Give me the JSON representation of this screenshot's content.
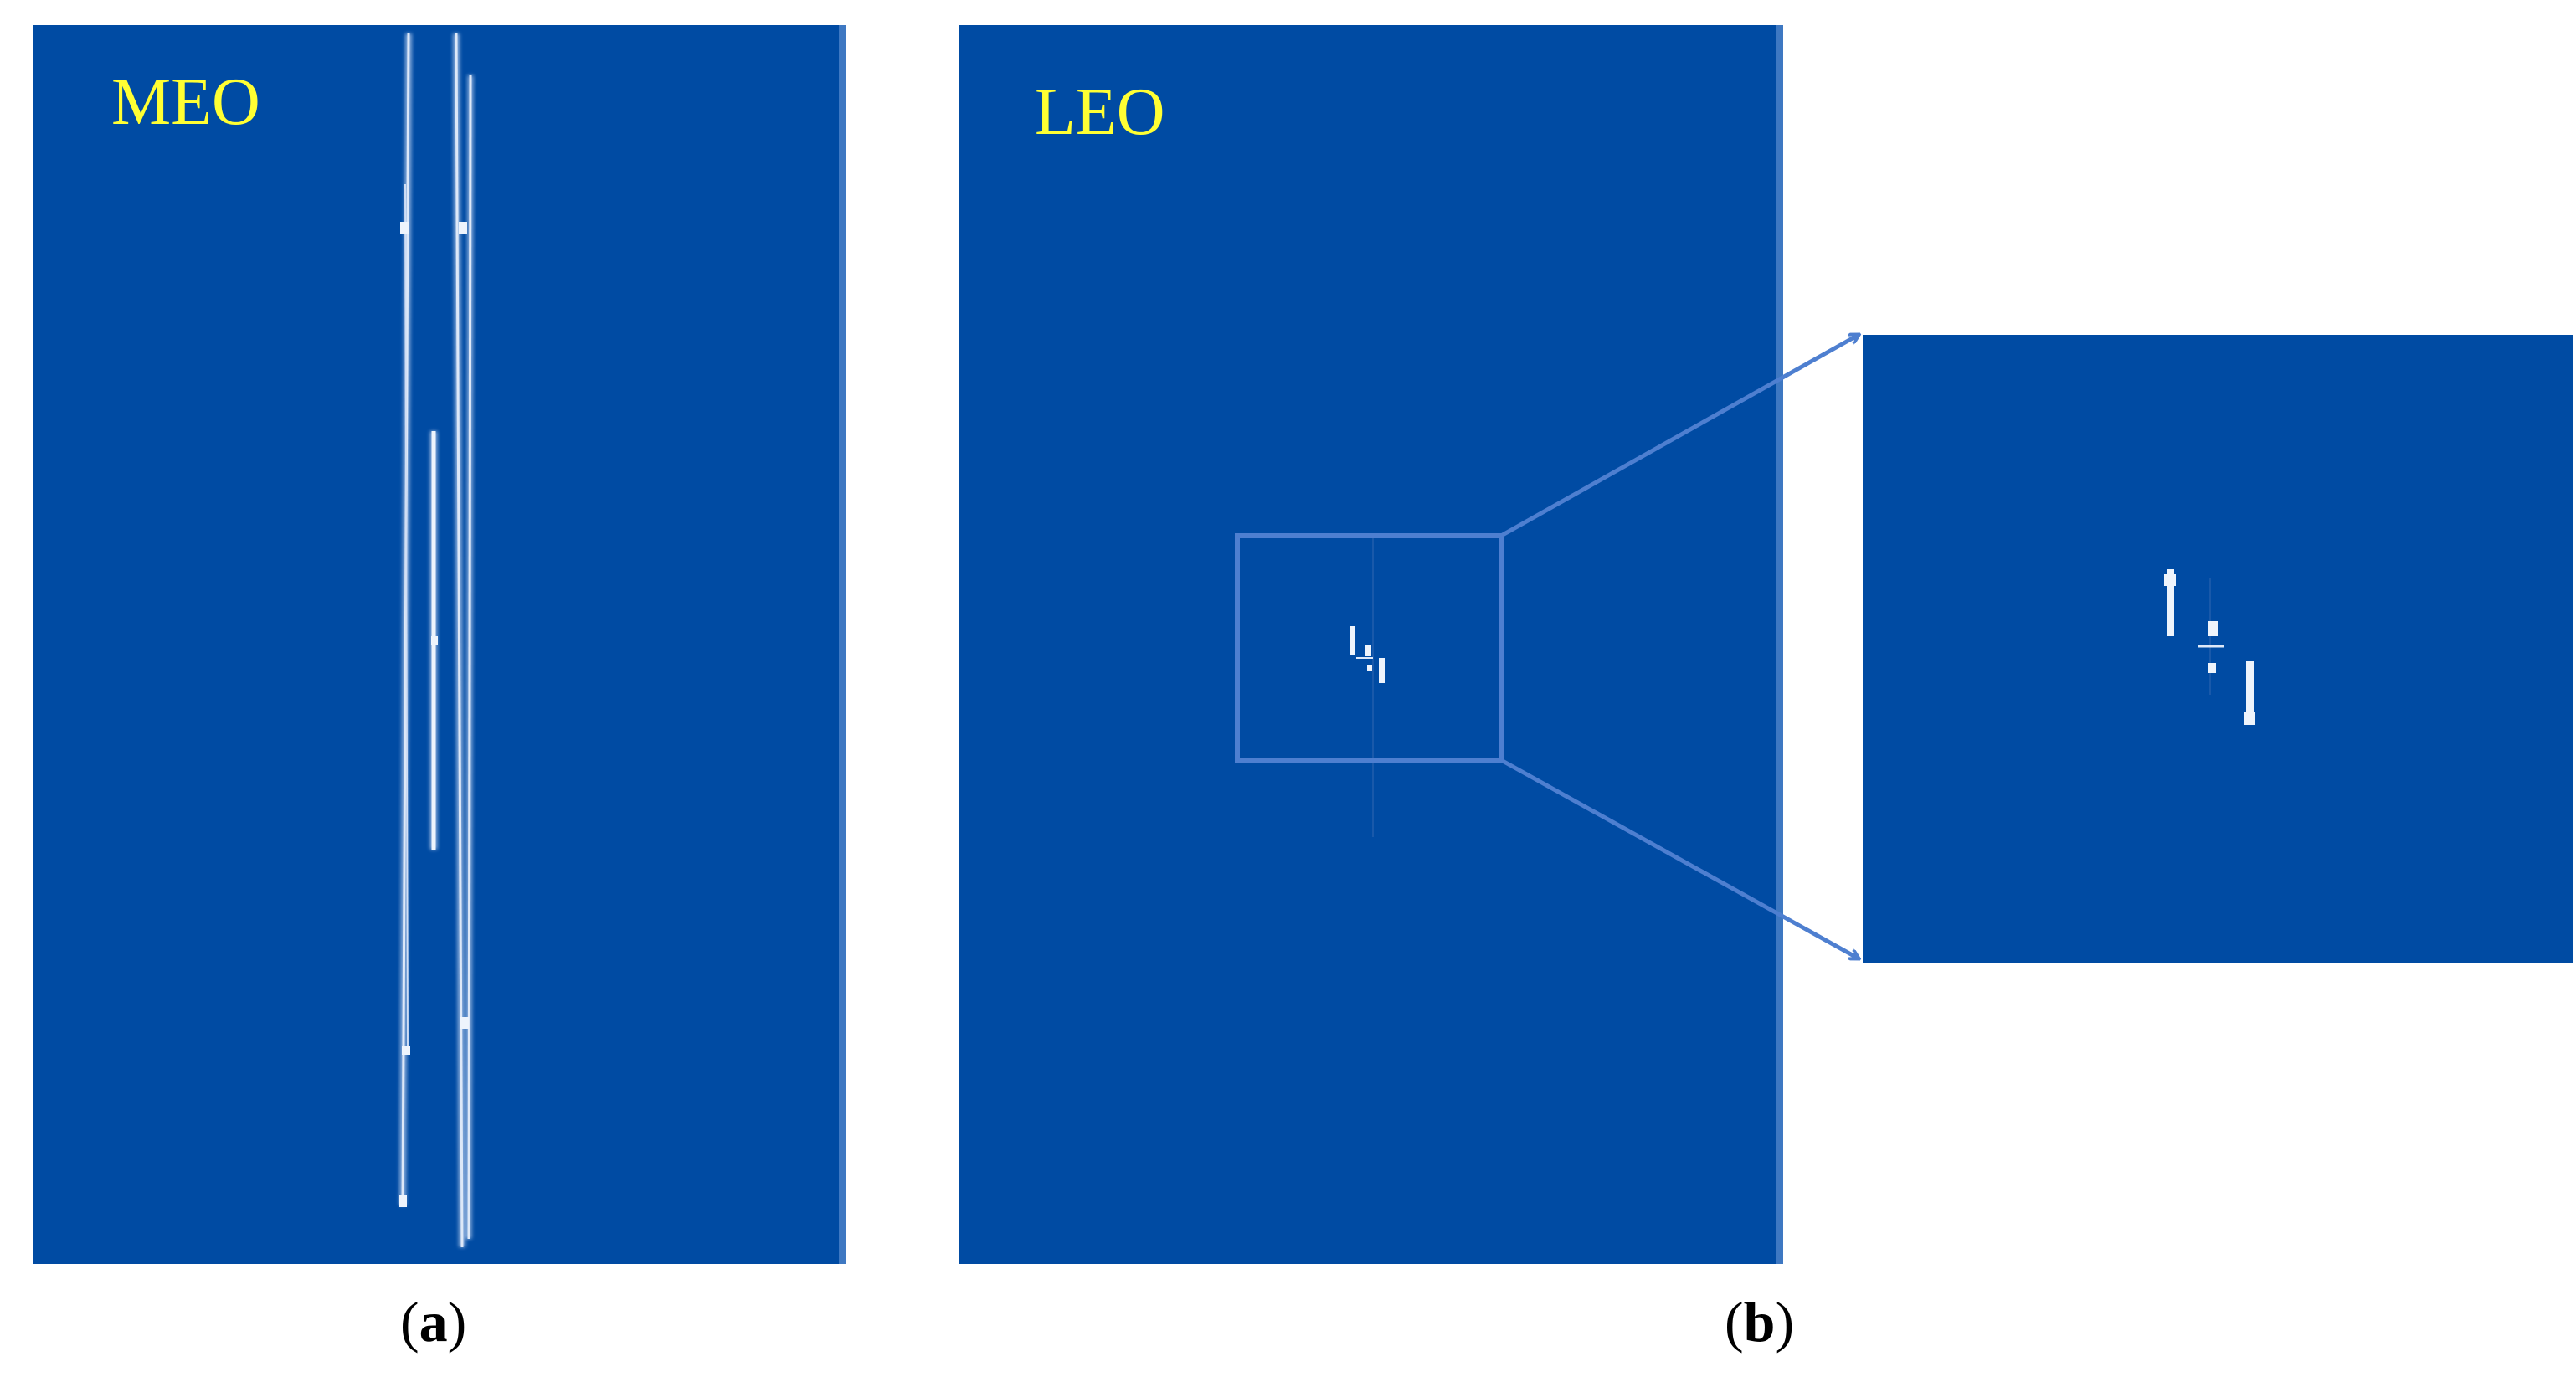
{
  "figure": {
    "panels": [
      {
        "id": "a",
        "orbit_label": "MEO",
        "caption_open": "(",
        "caption_letter": "a",
        "caption_close": ")"
      },
      {
        "id": "b",
        "orbit_label": "LEO",
        "caption_open": "(",
        "caption_letter": "b",
        "caption_close": ")",
        "has_zoom_inset": true
      }
    ],
    "colors": {
      "background": "#ffffff",
      "image_field": "#004BA3",
      "orbit_label_text": "#FFFF33",
      "streak": "#DDE8F8",
      "zoom_frame": "#4E7FD0"
    }
  }
}
